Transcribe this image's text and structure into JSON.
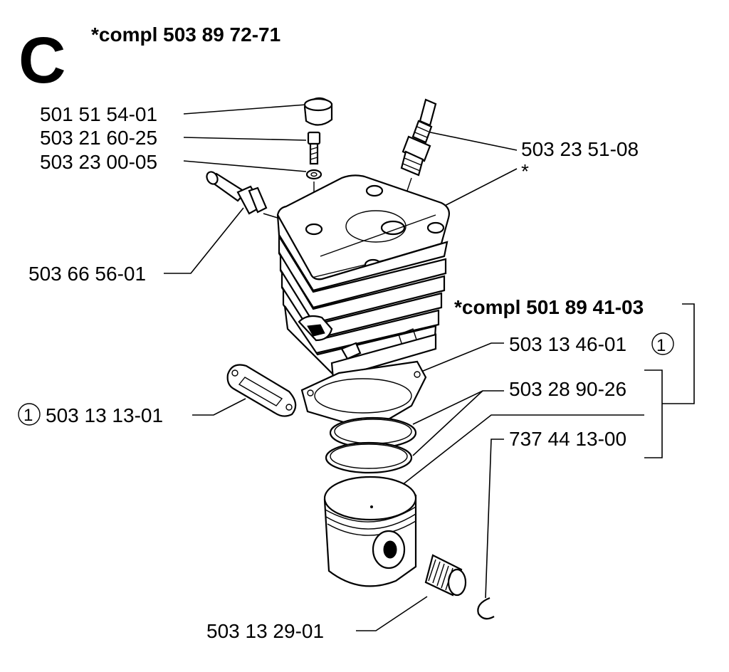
{
  "section_letter": "C",
  "top_assembly": "*compl 503 89 72-71",
  "sub_assembly": "*compl 501 89 41-03",
  "circled_marker": "1",
  "parts": {
    "cap": "501 51 54-01",
    "screw": "503 21 60-25",
    "washer": "503 23 00-05",
    "spark_plug": "503 23 51-08",
    "asterisk": "*",
    "decompression_valve": "503 66 56-01",
    "cylinder_gasket": "503 13 46-01",
    "piston_rings": "503 28 90-26",
    "exhaust_gasket": "503 13 13-01",
    "piston_pin_clip": "737 44 13-00",
    "needle_bearing": "503 13 29-01"
  }
}
